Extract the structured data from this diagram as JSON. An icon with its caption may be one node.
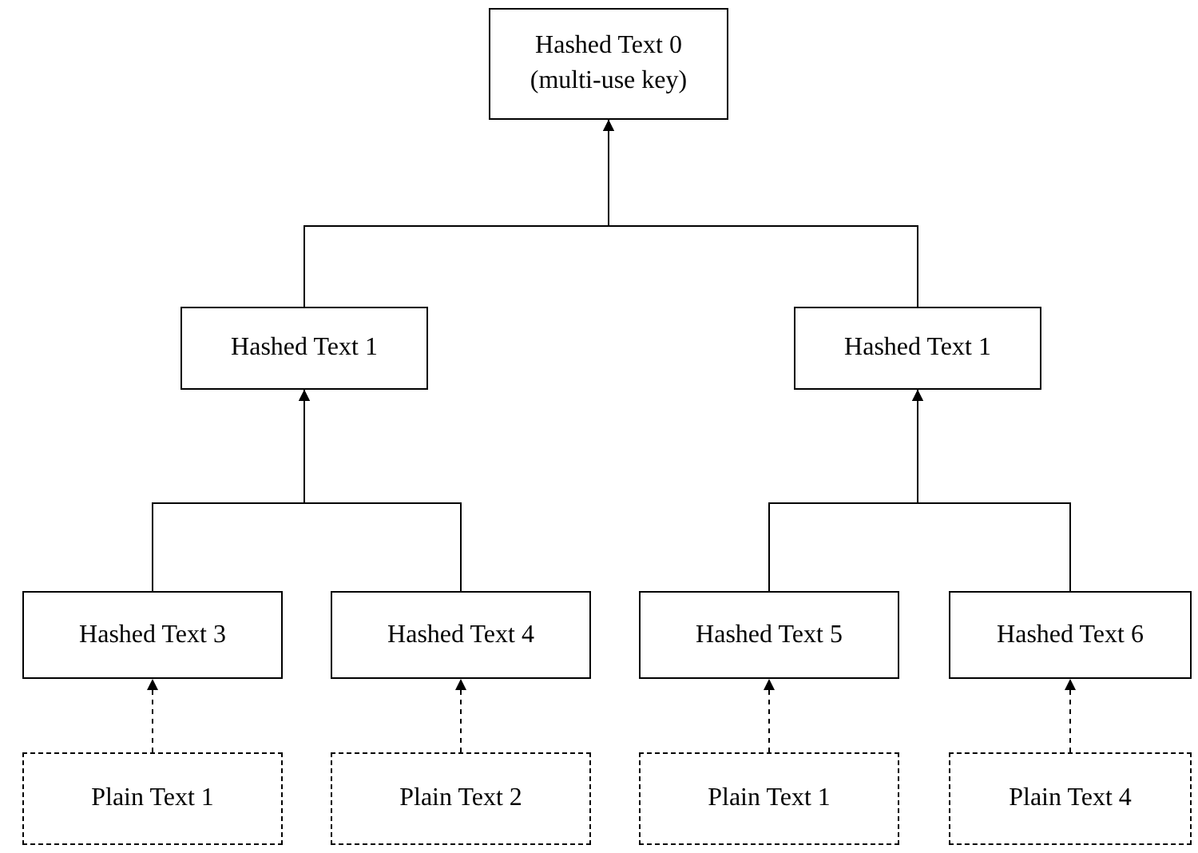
{
  "diagram": {
    "nodes": [
      {
        "text": [
          "Hashed Text 0 (multi-use key)"
        ]
      },
      {
        "text": [
          "Hashed Text 1"
        ]
      },
      {
        "text": [
          "Hashed Text 1"
        ]
      },
      {
        "text": [
          "Hashed Text 3"
        ]
      },
      {
        "text": [
          "Hashed Text 4"
        ]
      },
      {
        "text": [
          "Hashed Text 5"
        ]
      },
      {
        "text": [
          "Hashed Text 6"
        ]
      },
      {
        "text": [
          "Plain Text 1"
        ]
      },
      {
        "text": [
          "Plain Text 2"
        ]
      },
      {
        "text": [
          "Plain Text 1"
        ]
      },
      {
        "text": [
          "Plain Text 4"
        ]
      }
    ],
    "edges": [
      {
        "from": 1,
        "to": 0,
        "arrow": "to"
      },
      {
        "from": 2,
        "to": 0,
        "arrow": "to"
      },
      {
        "from": 3,
        "to": 1,
        "arrow": "to"
      },
      {
        "from": 4,
        "to": 1,
        "arrow": "to"
      },
      {
        "from": 5,
        "to": 2,
        "arrow": "to"
      },
      {
        "from": 6,
        "to": 2,
        "arrow": "to"
      },
      {
        "from": 7,
        "to": 3,
        "arrow": "to",
        "style": "dashed"
      },
      {
        "from": 8,
        "to": 4,
        "arrow": "to",
        "style": "dashed"
      },
      {
        "from": 9,
        "to": 5,
        "arrow": "to",
        "style": "dashed"
      },
      {
        "from": 10,
        "to": 6,
        "arrow": "to",
        "style": "dashed"
      }
    ]
  }
}
